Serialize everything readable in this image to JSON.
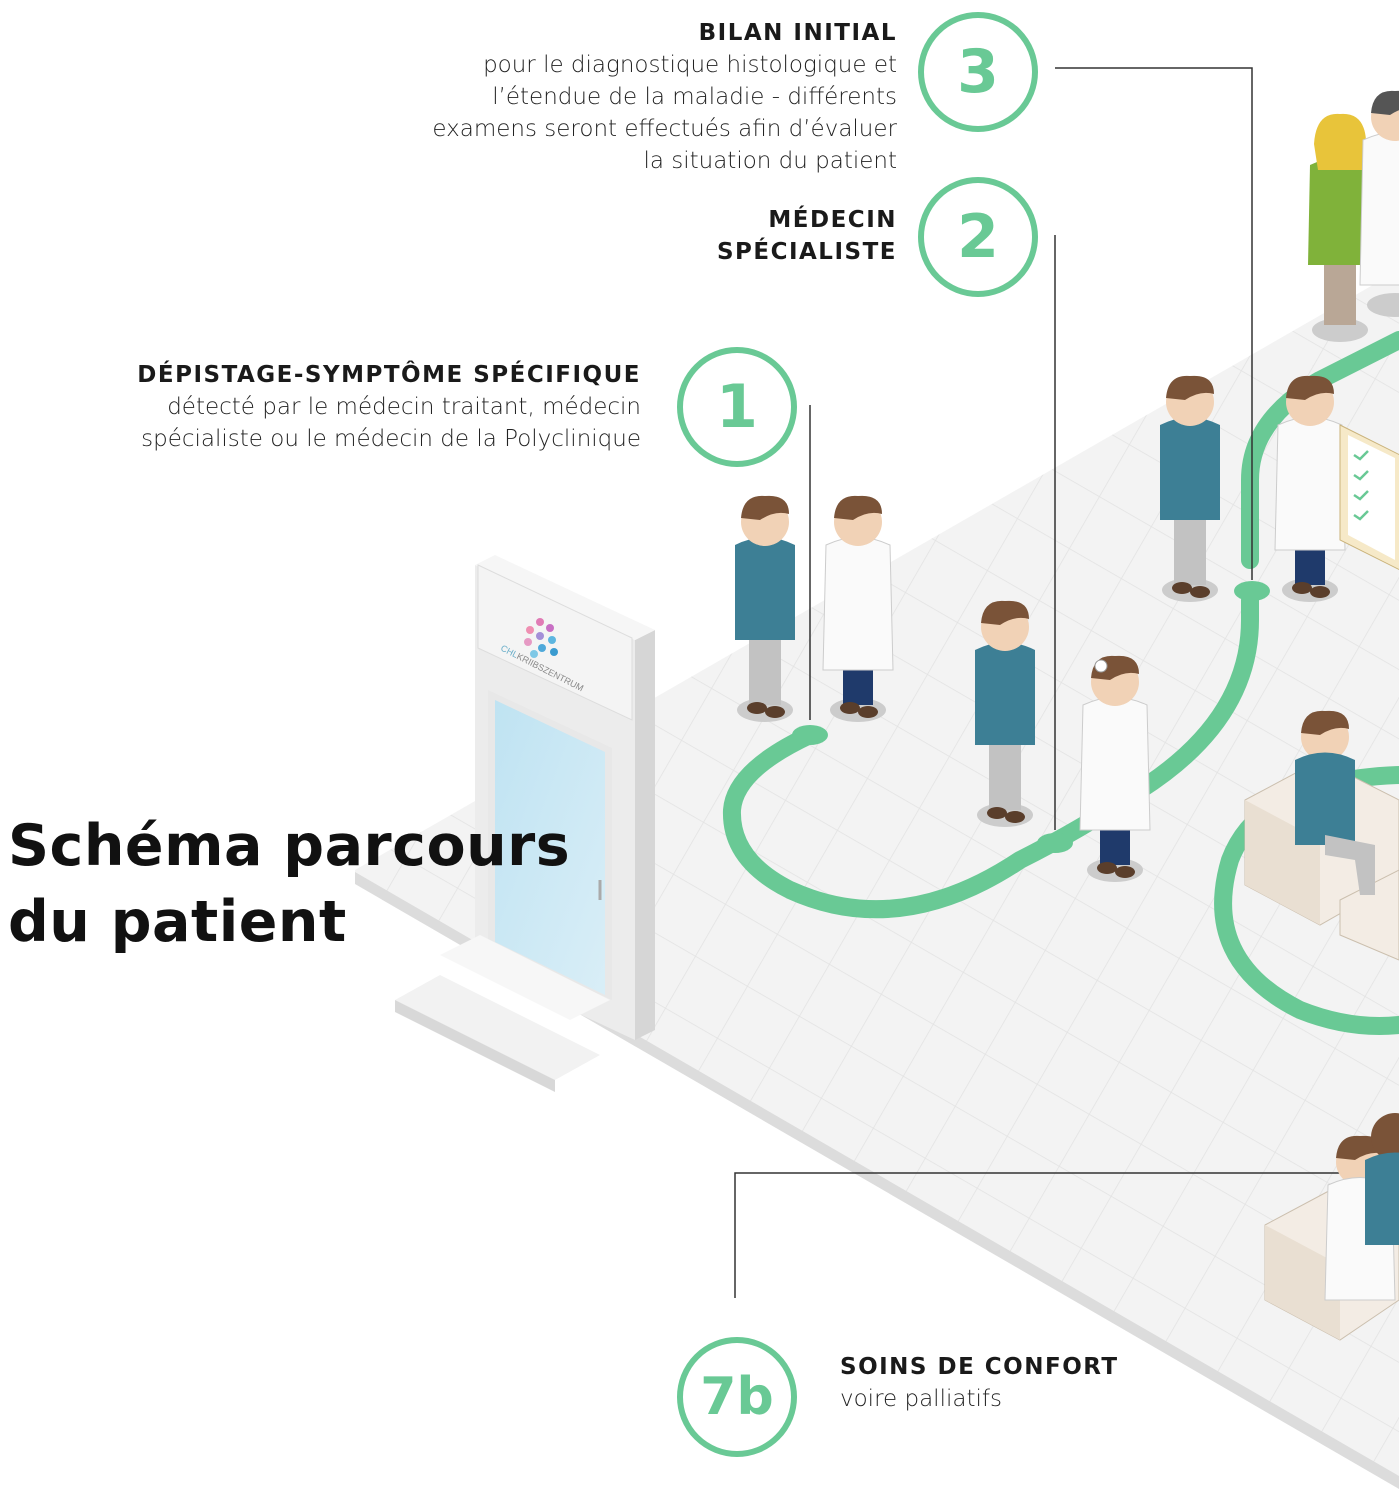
{
  "title_line1": "Schéma parcours",
  "title_line2": "du patient",
  "accent_color": "#69c995",
  "steps": [
    {
      "number": "1",
      "heading": "DÉPISTAGE-SYMPTÔME SPÉCIFIQUE",
      "lines": [
        "détecté par le médecin traitant, médecin",
        "spécialiste ou le médecin de la Polyclinique"
      ]
    },
    {
      "number": "2",
      "heading_lines": [
        "MÉDECIN",
        "SPÉCIALISTE"
      ]
    },
    {
      "number": "3",
      "heading": "BILAN INITIAL",
      "lines": [
        "pour le diagnostique histologique et",
        "l’étendue de la maladie - différents",
        "examens seront effectués afin d’évaluer",
        "la situation du patient"
      ]
    },
    {
      "number": "7b",
      "heading": "SOINS DE CONFORT",
      "lines": [
        "voire palliatifs"
      ]
    }
  ],
  "sign": {
    "brand": "CHL",
    "name": "KRIIBSZENTRUM"
  }
}
